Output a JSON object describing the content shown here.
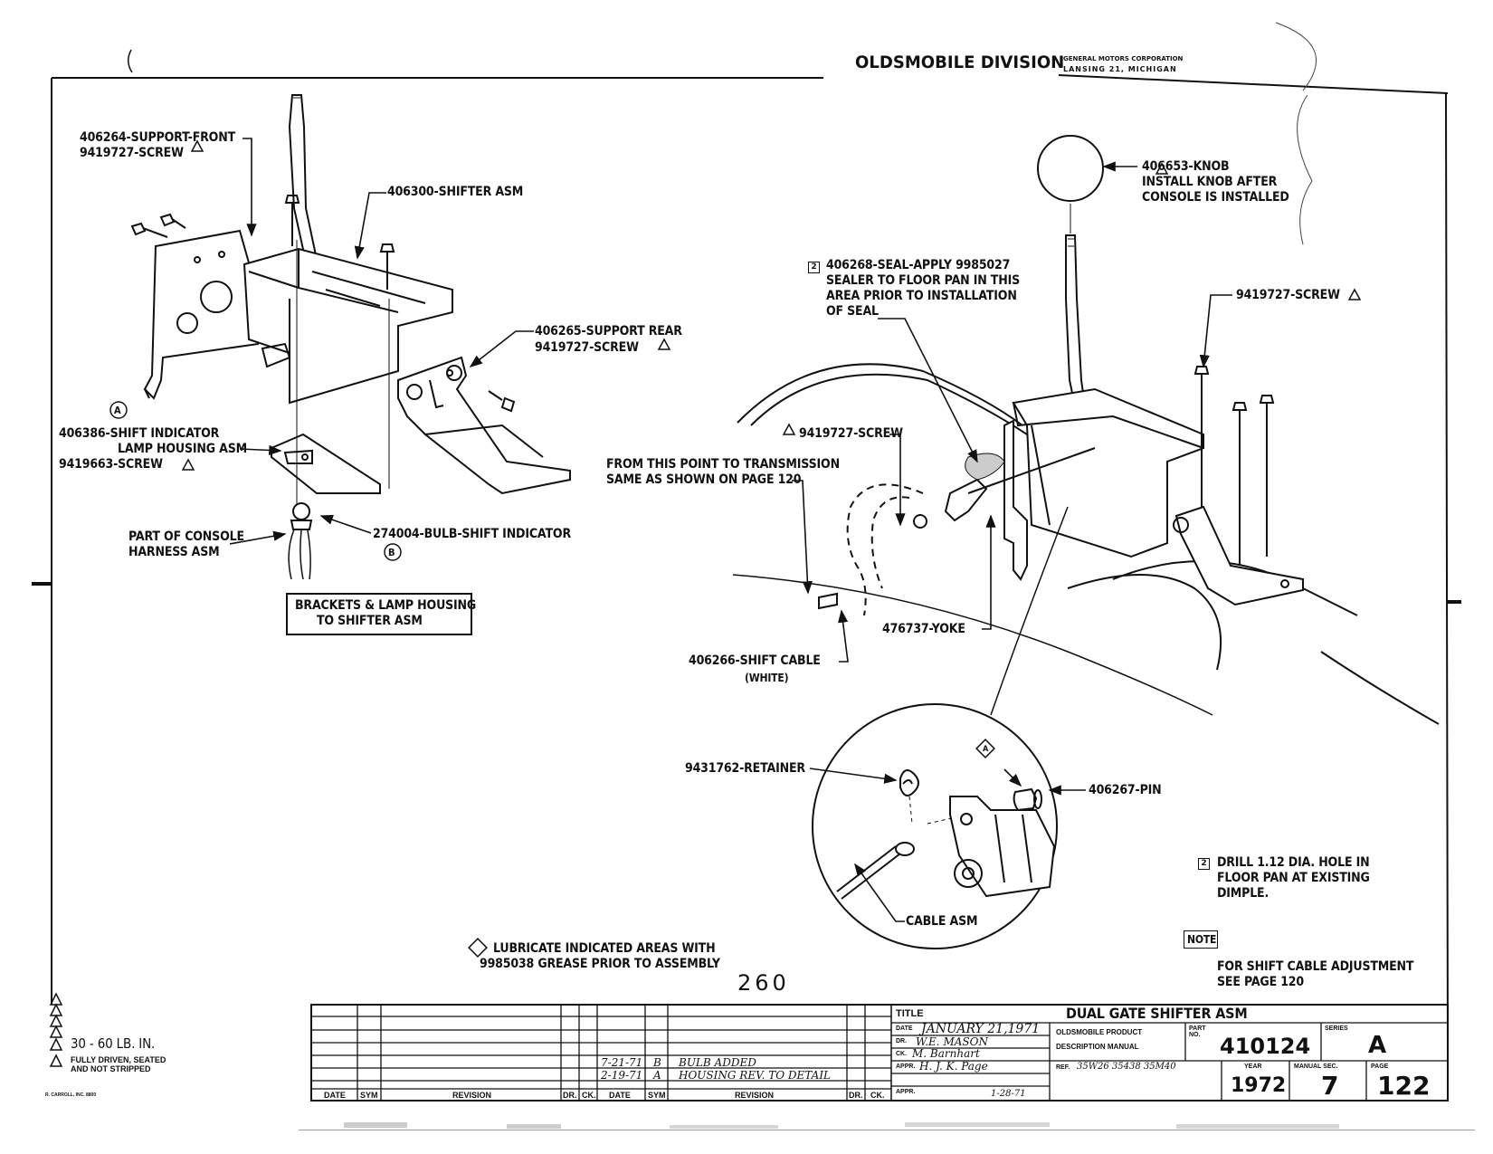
{
  "header": {
    "division": "OLDSMOBILE DIVISION",
    "corp_line1": "GENERAL MOTORS CORPORATION",
    "corp_line2": "LANSING 21, MICHIGAN"
  },
  "callouts": {
    "support_front_1": "406264-SUPPORT-FRONT",
    "support_front_2": "9419727-SCREW",
    "shifter_asm": "406300-SHIFTER ASM",
    "support_rear_1": "406265-SUPPORT REAR",
    "support_rear_2": "9419727-SCREW",
    "indicator_1": "406386-SHIFT INDICATOR",
    "indicator_2": "LAMP HOUSING ASM",
    "indicator_3": "9419663-SCREW",
    "harness_1": "PART OF CONSOLE",
    "harness_2": "HARNESS ASM",
    "bulb": "274004-BULB-SHIFT INDICATOR",
    "box_1": "BRACKETS & LAMP HOUSING",
    "box_2": "TO SHIFTER ASM",
    "knob_1": "406653-KNOB",
    "knob_2": "INSTALL KNOB AFTER",
    "knob_3": "CONSOLE IS INSTALLED",
    "seal_1": "406268-SEAL-APPLY 9985027",
    "seal_2": "SEALER TO FLOOR PAN IN THIS",
    "seal_3": "AREA PRIOR TO INSTALLATION",
    "seal_4": "OF SEAL",
    "screw_right": "9419727-SCREW",
    "screw_left": "9419727-SCREW",
    "trans_1": "FROM THIS POINT TO TRANSMISSION",
    "trans_2": "SAME AS SHOWN ON PAGE 120",
    "yoke": "476737-YOKE",
    "cable_1": "406266-SHIFT CABLE",
    "cable_2": "(WHITE)",
    "retainer": "9431762-RETAINER",
    "pin": "406267-PIN",
    "cable_asm": "CABLE ASM",
    "drill_1": "DRILL 1.12 DIA. HOLE IN",
    "drill_2": "FLOOR PAN AT EXISTING",
    "drill_3": "DIMPLE.",
    "note_box": "NOTE",
    "note_1": "FOR SHIFT CABLE ADJUSTMENT",
    "note_2": "SEE PAGE 120",
    "lube_1": "LUBRICATE INDICATED AREAS WITH",
    "lube_2": "9985038 GREASE PRIOR TO ASSEMBLY",
    "sheet_number": "260",
    "circle_a": "A",
    "circle_b": "B",
    "box_num": "2",
    "tri_a": "A"
  },
  "legend": {
    "torque": "30 - 60 LB. IN.",
    "driven_1": "FULLY DRIVEN, SEATED",
    "driven_2": "AND NOT STRIPPED",
    "printer": "R. CARROLL, INC. 8800"
  },
  "revisions": {
    "headers": [
      "DATE",
      "SYM",
      "REVISION",
      "DR.",
      "CK."
    ],
    "rows": [
      {
        "date": "7-21-71",
        "sym": "B",
        "revision": "BULB ADDED"
      },
      {
        "date": "2-19-71",
        "sym": "A",
        "revision": "HOUSING REV. TO DETAIL"
      }
    ]
  },
  "title_block": {
    "title_label": "TITLE",
    "title": "DUAL GATE SHIFTER ASM",
    "date_label": "DATE",
    "date": "JANUARY 21,1971",
    "dr_label": "DR.",
    "dr": "W.E. MASON",
    "ck_label": "CK.",
    "ck": "M. Barnhart",
    "appr_label": "APPR.",
    "appr": "H. J. K. Page",
    "appr2_label": "APPR.",
    "appr2": "1-28-71",
    "manual_1": "OLDSMOBILE PRODUCT",
    "manual_2": "DESCRIPTION MANUAL",
    "ref_label": "REF.",
    "ref": "35W26  35438  35M40",
    "part_label": "PART NO.",
    "part_no": "410124",
    "series_label": "SERIES",
    "series": "A",
    "year_label": "YEAR",
    "year": "1972",
    "manual_sec_label": "MANUAL SEC.",
    "manual_sec": "7",
    "page_label": "PAGE",
    "page": "122"
  }
}
